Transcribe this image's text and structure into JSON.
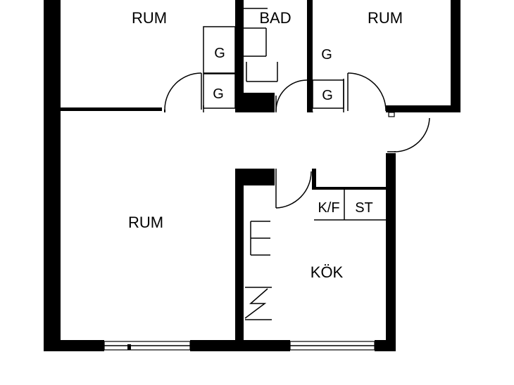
{
  "plan": {
    "rooms": {
      "rum_top_left": "RUM",
      "bad": "BAD",
      "rum_top_right": "RUM",
      "rum_large": "RUM",
      "kok": "KÖK"
    },
    "fixtures": {
      "g1": "G",
      "g2": "G",
      "g3": "G",
      "g4": "G",
      "kf": "K/F",
      "st": "ST"
    }
  }
}
